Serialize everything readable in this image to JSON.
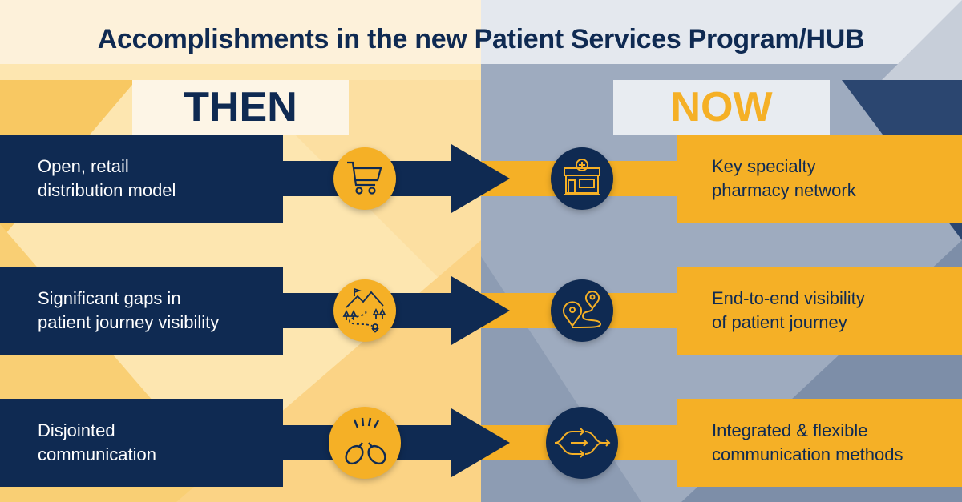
{
  "title": "Accomplishments in the new Patient Services Program/HUB",
  "then_label": "THEN",
  "now_label": "NOW",
  "rows": [
    {
      "then": [
        "Open, retail",
        "distribution model"
      ],
      "now": [
        "Key specialty",
        "pharmacy network"
      ],
      "then_icon": "shopping-cart-icon",
      "now_icon": "pharmacy-store-icon"
    },
    {
      "then": [
        "Significant gaps in",
        "patient journey visibility"
      ],
      "now": [
        "End-to-end visibility",
        "of patient journey"
      ],
      "then_icon": "winding-trail-icon",
      "now_icon": "route-pins-icon"
    },
    {
      "then": [
        "Disjointed",
        "communication"
      ],
      "now": [
        "Integrated & flexible",
        "communication methods"
      ],
      "then_icon": "disconnected-mice-icon",
      "now_icon": "merging-arrows-icon"
    }
  ],
  "colors": {
    "navy": "#0f2a52",
    "yellow": "#f5b026",
    "cream": "#fde3a8",
    "slate": "#9eabbf"
  }
}
